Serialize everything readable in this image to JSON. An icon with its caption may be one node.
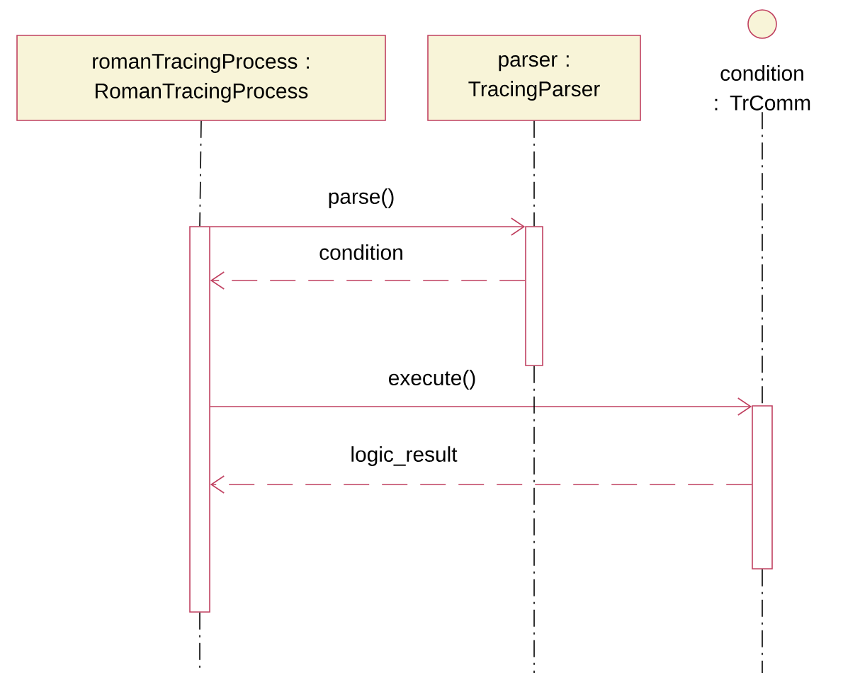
{
  "diagram": {
    "nodes": [
      {
        "text": [
          "romanTracingProcess : RomanTracingProcess"
        ]
      },
      {
        "text": [
          "parser : TracingParser"
        ]
      },
      {
        "text": [
          "condition : TrComm"
        ]
      },
      {
        "text": [],
        "shape": "bar"
      },
      {
        "text": [],
        "shape": "bar"
      },
      {
        "text": [],
        "shape": "bar"
      }
    ],
    "edges": [
      {
        "from": 3,
        "to": 4,
        "arrow": "to",
        "label": "parse()",
        "color": "#c04060"
      },
      {
        "from": 4,
        "to": 3,
        "arrow": "to",
        "label": "condition",
        "style": "dashed",
        "color": "#c04060"
      },
      {
        "from": 3,
        "to": 5,
        "arrow": "to",
        "label": "execute()",
        "color": "#c04060"
      },
      {
        "from": 5,
        "to": 3,
        "arrow": "to",
        "label": "logic_result",
        "style": "dashed",
        "color": "#c04060"
      },
      {
        "from": 0,
        "to": 3,
        "arrow": "none",
        "style": "dashed"
      },
      {
        "from": 3,
        "to": null,
        "arrow": "none",
        "style": "dashed"
      },
      {
        "from": 1,
        "to": 4,
        "arrow": "none",
        "style": "dashed"
      },
      {
        "from": 4,
        "to": null,
        "arrow": "none",
        "style": "dashed"
      },
      {
        "from": 2,
        "to": 5,
        "arrow": "none",
        "style": "dashed"
      },
      {
        "from": 5,
        "to": null,
        "arrow": "none",
        "style": "dashed"
      }
    ]
  }
}
